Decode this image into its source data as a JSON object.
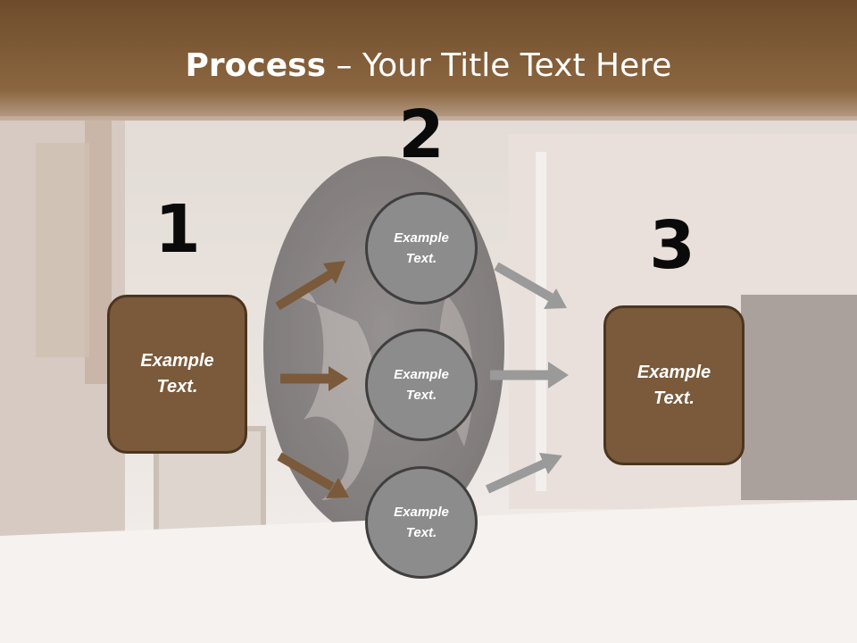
{
  "title": {
    "bold": "Process",
    "rest": " – Your Title Text Here"
  },
  "steps": [
    {
      "number": "1",
      "label_line1": "Example",
      "label_line2": "Text."
    },
    {
      "number": "2",
      "circles": [
        {
          "line1": "Example",
          "line2": "Text."
        },
        {
          "line1": "Example",
          "line2": "Text."
        },
        {
          "line1": "Example",
          "line2": "Text."
        }
      ]
    },
    {
      "number": "3",
      "label_line1": "Example",
      "label_line2": "Text."
    }
  ],
  "colors": {
    "box_fill": "#7a5a3a",
    "box_border": "#4a3520",
    "circle_fill": "#8c8c8c",
    "circle_border": "#3f3f3f",
    "arrow_brown": "#7a5a3a",
    "arrow_gray": "#9a9a9a",
    "header_band": "#7e5a35"
  }
}
